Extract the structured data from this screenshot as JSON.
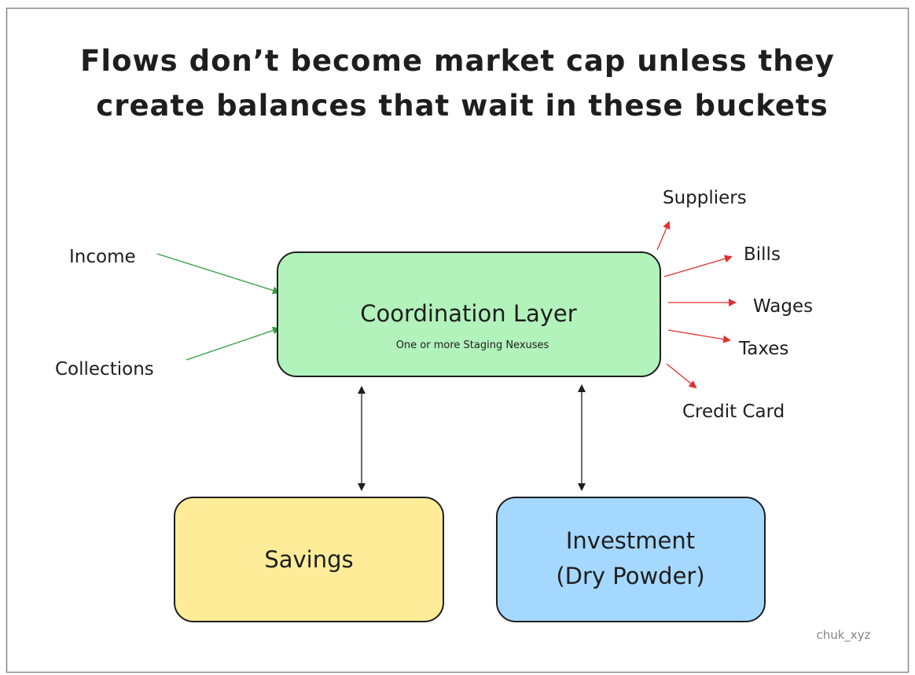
{
  "title": {
    "line1": "Flows don’t become market cap unless they",
    "line2": "create balances that wait in these buckets"
  },
  "inflows": [
    {
      "label": "Income"
    },
    {
      "label": "Collections"
    }
  ],
  "coordination": {
    "title": "Coordination Layer",
    "subtitle": "One or more Staging Nexuses"
  },
  "outflows": [
    {
      "label": "Suppliers"
    },
    {
      "label": "Bills"
    },
    {
      "label": "Wages"
    },
    {
      "label": "Taxes"
    },
    {
      "label": "Credit Card"
    }
  ],
  "buckets": {
    "savings": "Savings",
    "investment_line1": "Investment",
    "investment_line2": "(Dry Powder)"
  },
  "signature": "chuk_xyz",
  "colors": {
    "coordination_fill": "#b2f2bb",
    "savings_fill": "#ffec99",
    "investment_fill": "#a5d8ff",
    "inflow_arrow": "#2f9e44",
    "outflow_arrow": "#e03131",
    "stroke": "#1e1e1e"
  }
}
